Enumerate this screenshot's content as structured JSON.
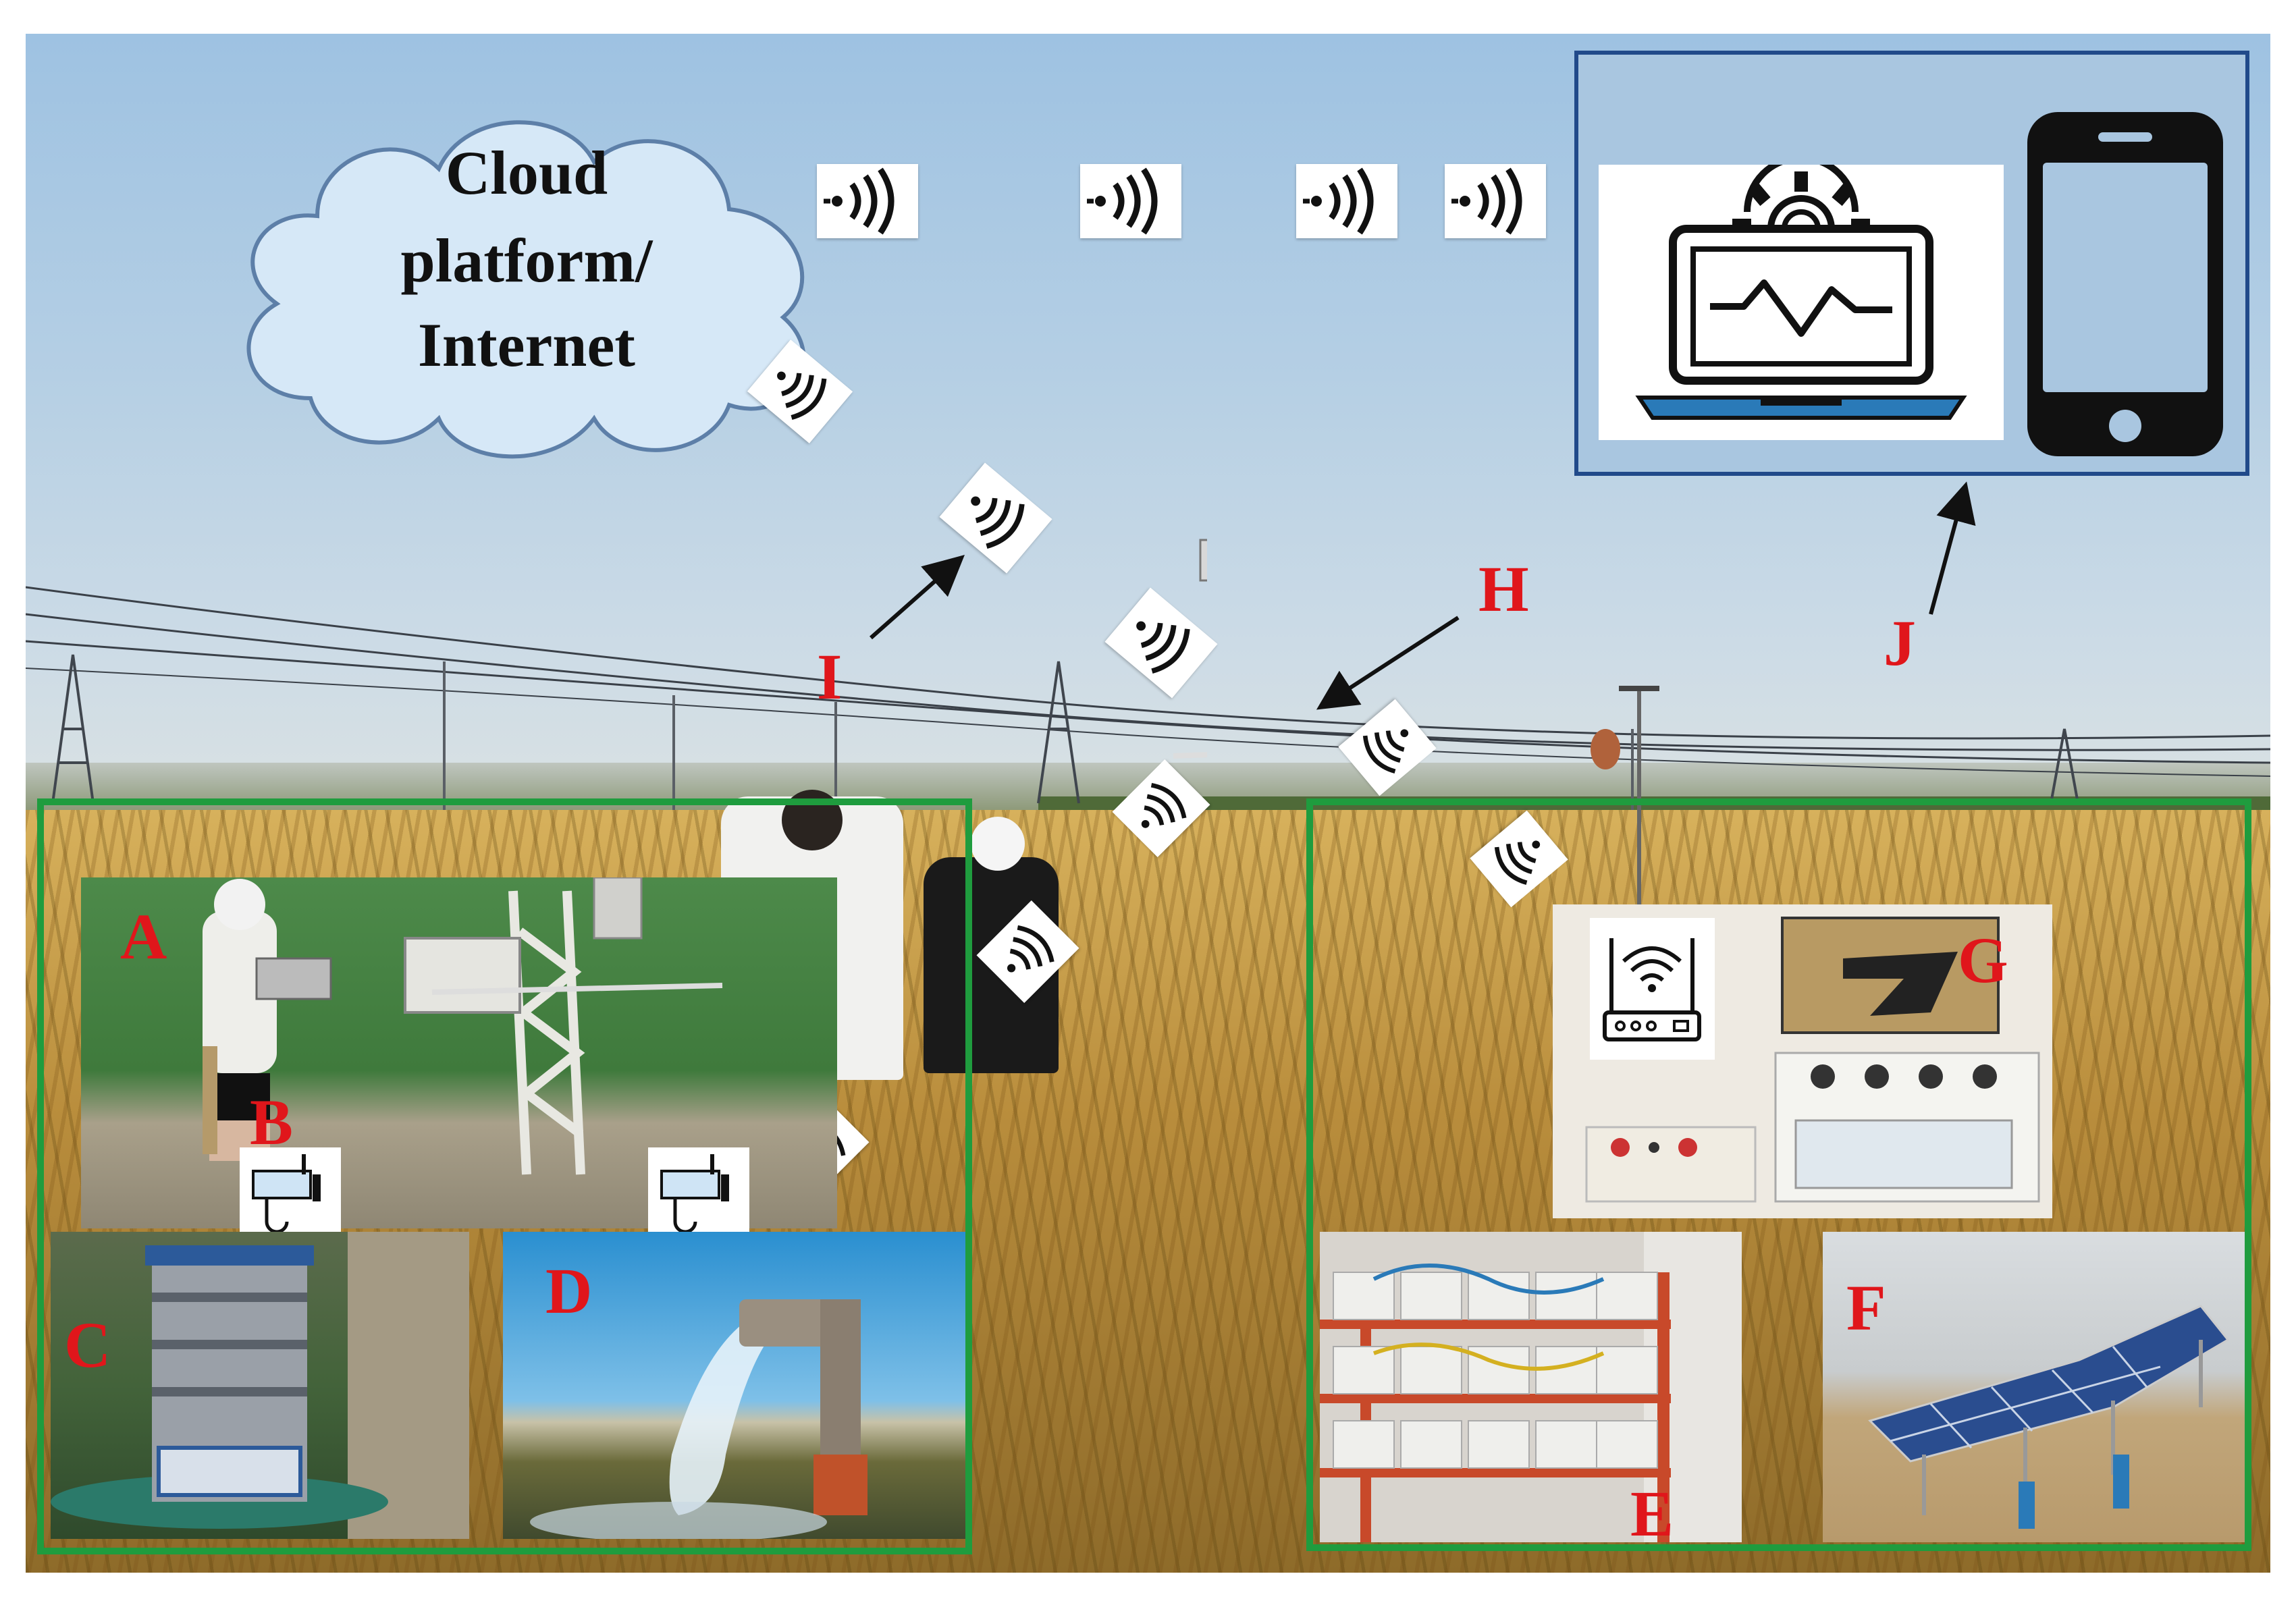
{
  "cloud": {
    "line1": "Cloud",
    "line2": "platform/",
    "line3": "Internet"
  },
  "labels": {
    "A": "A",
    "B": "B",
    "C": "C",
    "D": "D",
    "E": "E",
    "F": "F",
    "G": "G",
    "H": "H",
    "I": "I",
    "J": "J"
  },
  "colors": {
    "label_red": "#e0161b",
    "frame_green": "#1f9c3e",
    "device_border": "#214a8a",
    "laptop_blue": "#2a7ab8"
  },
  "icons": [
    "wifi-signal-icon",
    "cloud-icon",
    "laptop-gear-icon",
    "smartphone-icon",
    "wifi-router-icon",
    "arrow-icon"
  ]
}
